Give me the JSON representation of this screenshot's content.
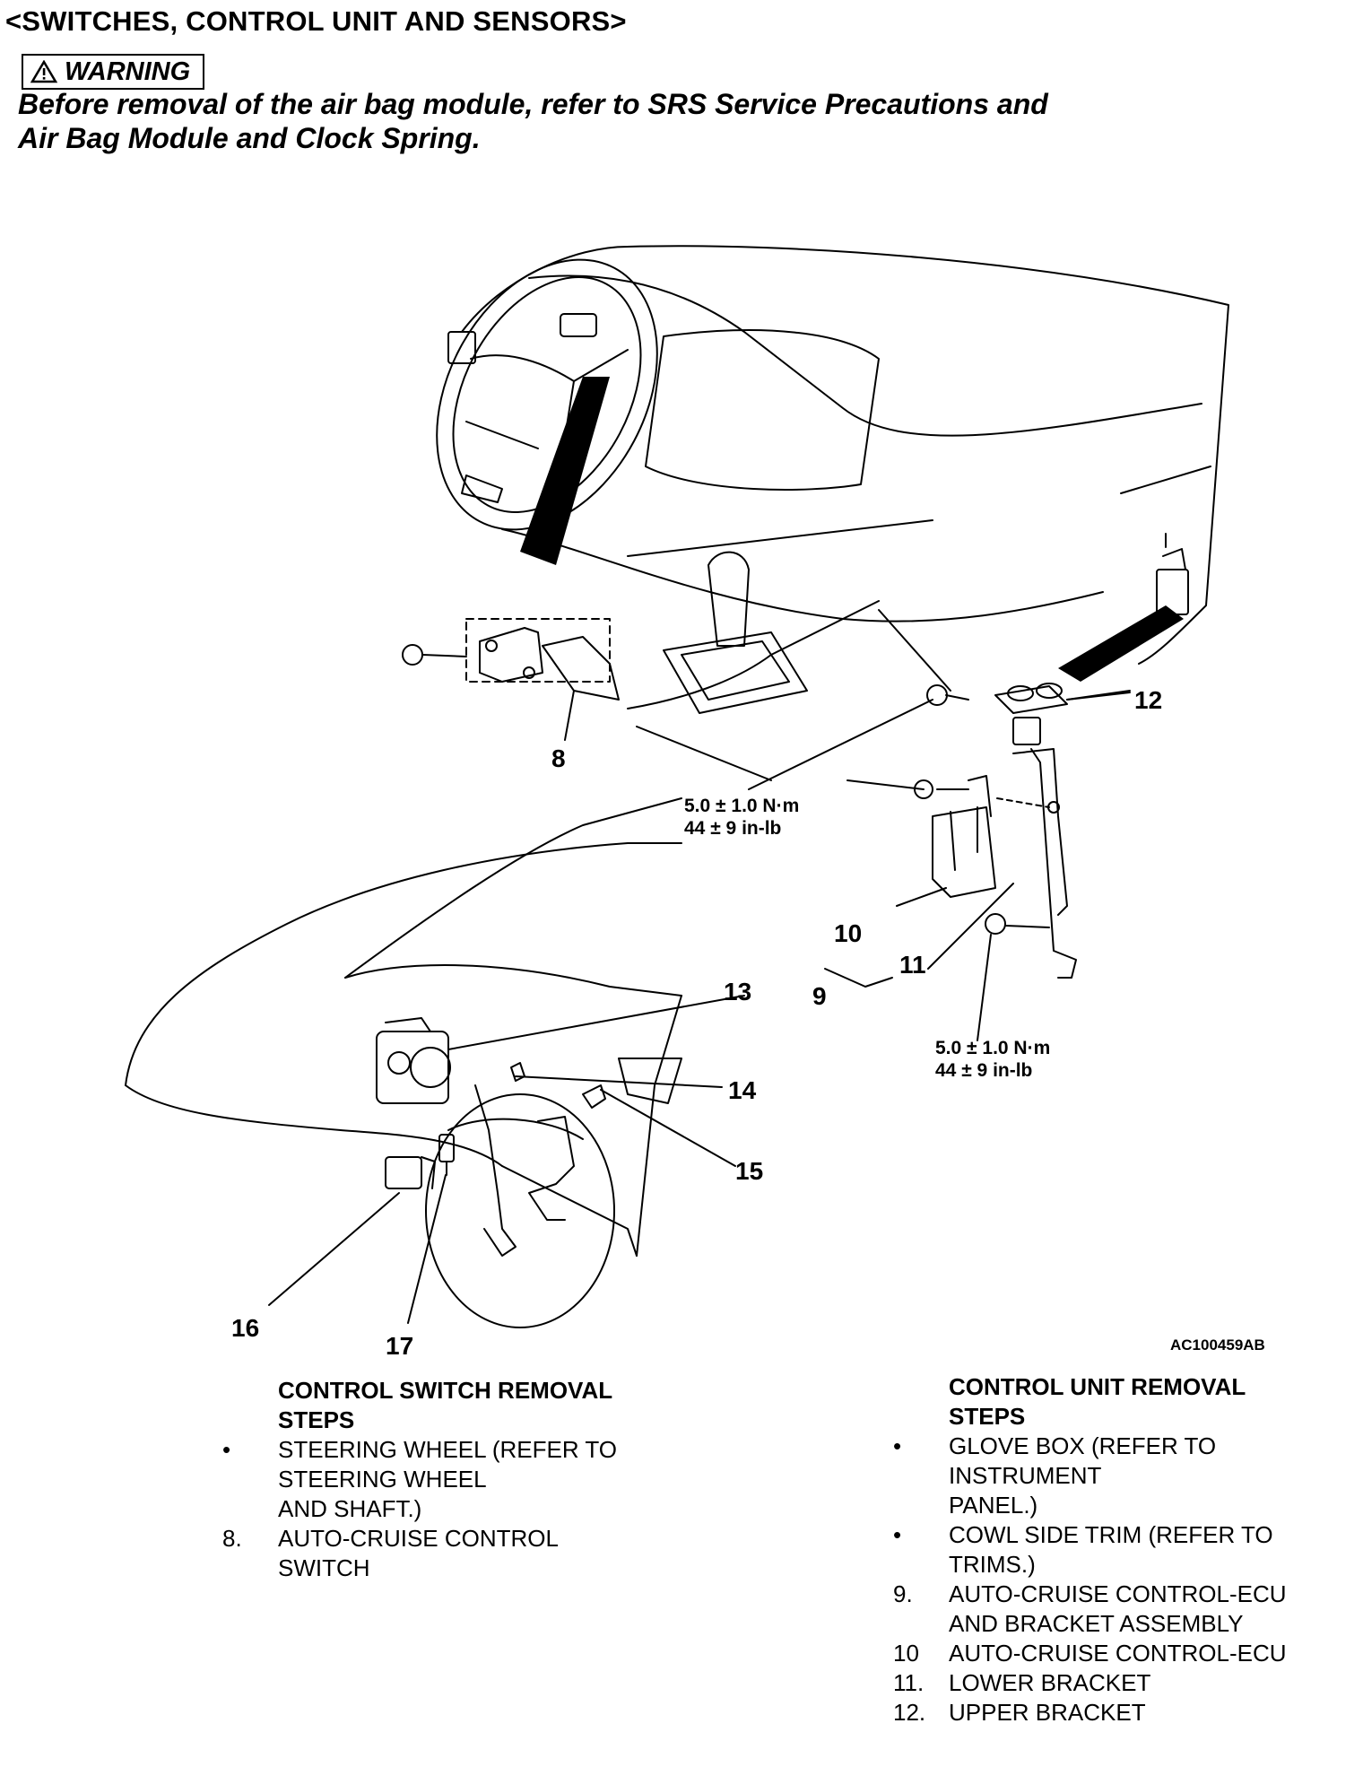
{
  "title": "<SWITCHES, CONTROL UNIT AND SENSORS>",
  "warning": {
    "label": "WARNING",
    "icon": "warning-triangle-icon",
    "line1": "Before removal of the air bag module, refer to SRS Service Precautions and",
    "line2": "Air Bag Module and Clock Spring."
  },
  "diagram": {
    "figure_id": "AC100459AB",
    "callouts": [
      "8",
      "9",
      "10",
      "11",
      "12",
      "13",
      "14",
      "15",
      "16",
      "17"
    ],
    "torque_upper": {
      "line1": "5.0 ± 1.0 N·m",
      "line2": "44 ± 9 in-lb"
    },
    "torque_lower": {
      "line1": "5.0 ± 1.0 N·m",
      "line2": "44 ± 9 in-lb"
    }
  },
  "control_switch": {
    "heading": "CONTROL SWITCH REMOVAL\nSTEPS",
    "steps": [
      {
        "marker": "•",
        "text": "STEERING WHEEL (REFER TO\nSTEERING WHEEL\nAND SHAFT.)"
      },
      {
        "marker": "8.",
        "text": "AUTO-CRUISE CONTROL\nSWITCH"
      }
    ]
  },
  "control_unit": {
    "heading": "CONTROL UNIT REMOVAL\nSTEPS",
    "steps": [
      {
        "marker": "•",
        "text": "GLOVE BOX (REFER TO\nINSTRUMENT\nPANEL.)"
      },
      {
        "marker": "•",
        "text": "COWL SIDE TRIM (REFER TO\nTRIMS.)"
      },
      {
        "marker": "9.",
        "text": "AUTO-CRUISE CONTROL-ECU\nAND BRACKET ASSEMBLY"
      },
      {
        "marker": "10",
        "text": "AUTO-CRUISE CONTROL-ECU"
      },
      {
        "marker": "11.",
        "text": "LOWER BRACKET"
      },
      {
        "marker": "12.",
        "text": "UPPER BRACKET"
      }
    ]
  }
}
